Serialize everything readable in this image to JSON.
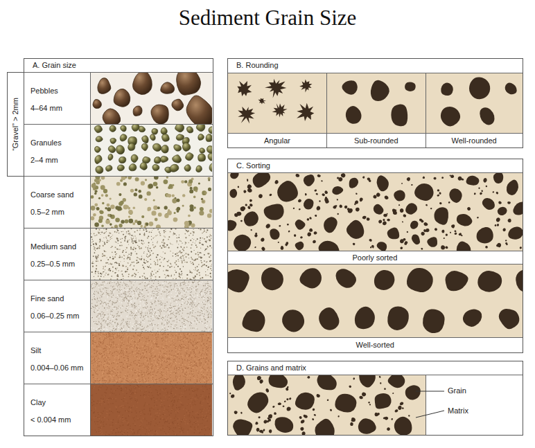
{
  "diagram": {
    "title": "Sediment Grain Size",
    "nodes": [
      {
        "text": [
          "“Gravel” > 2mm"
        ]
      },
      {
        "text": [
          "A. Grain size"
        ]
      },
      {
        "text": [
          "Pebbles",
          "4–64 mm"
        ],
        "in": 1
      },
      {
        "text": [
          "Granules",
          "2–4 mm"
        ],
        "in": 1
      },
      {
        "text": [
          "Coarse sand",
          "0.5–2 mm"
        ],
        "in": 1
      },
      {
        "text": [
          "Medium sand",
          "0.25–0.5 mm"
        ],
        "in": 1
      },
      {
        "text": [
          "Fine sand",
          "0.06–0.25 mm"
        ],
        "in": 1
      },
      {
        "text": [
          "Silt",
          "0.004–0.06 mm"
        ],
        "in": 1
      },
      {
        "text": [
          "Clay",
          "< 0.004 mm"
        ],
        "in": 1
      },
      {
        "text": [
          "B. Rounding"
        ]
      },
      {
        "text": [
          "Angular"
        ],
        "in": 9
      },
      {
        "text": [
          "Sub-rounded"
        ],
        "in": 9
      },
      {
        "text": [
          "Well-rounded"
        ],
        "in": 9
      },
      {
        "text": [
          "C. Sorting"
        ]
      },
      {
        "text": [
          "Poorly sorted"
        ],
        "in": 13
      },
      {
        "text": [
          "Well-sorted"
        ],
        "in": 13
      },
      {
        "text": [
          "D. Grains and matrix"
        ]
      }
    ],
    "labels": [
      "Grain",
      "Matrix"
    ]
  }
}
